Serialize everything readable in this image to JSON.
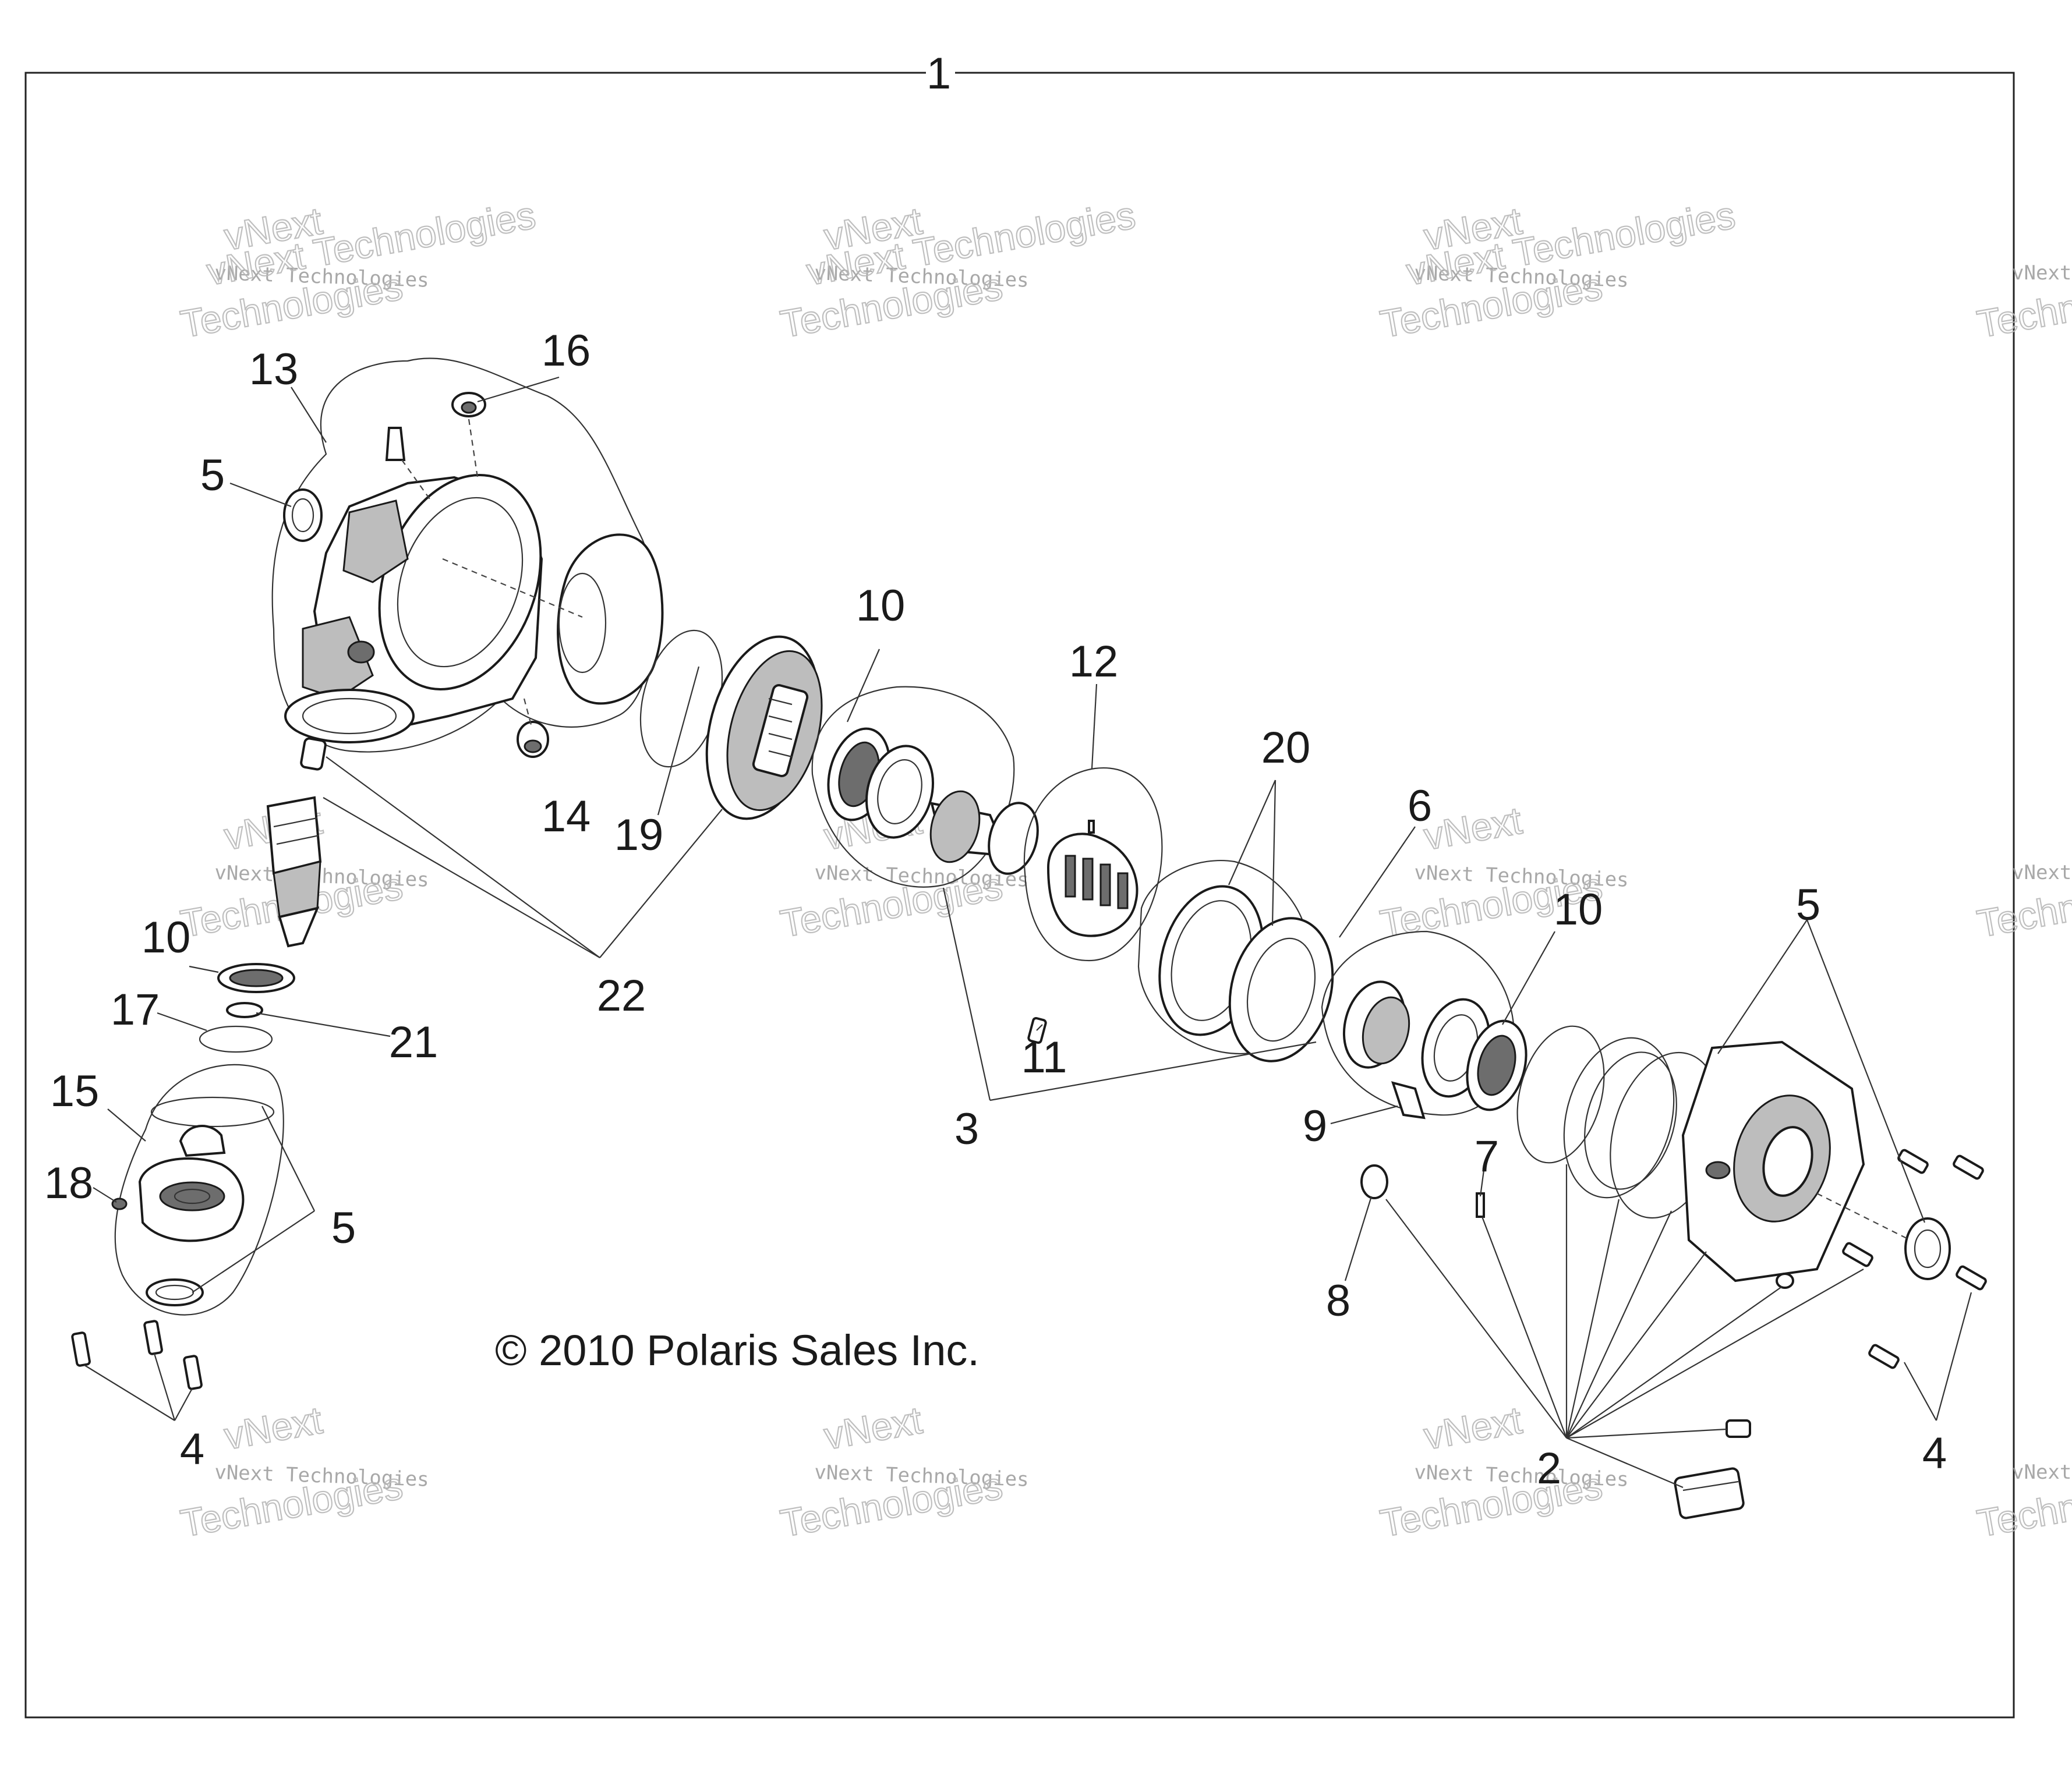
{
  "copyright": "© 2010 Polaris Sales Inc.",
  "watermark": {
    "line1": "vNext",
    "line2": "vNext Technologies",
    "line3": "Technologies"
  },
  "callouts": {
    "c1": "1",
    "c2": "2",
    "c3": "3",
    "c4a": "4",
    "c4b": "4",
    "c5a": "5",
    "c5b": "5",
    "c5c": "5",
    "c6": "6",
    "c7": "7",
    "c8": "8",
    "c9": "9",
    "c10a": "10",
    "c10b": "10",
    "c10c": "10",
    "c11": "11",
    "c12": "12",
    "c13": "13",
    "c14": "14",
    "c15": "15",
    "c16": "16",
    "c17": "17",
    "c18": "18",
    "c19": "19",
    "c20": "20",
    "c21": "21",
    "c22": "22"
  }
}
